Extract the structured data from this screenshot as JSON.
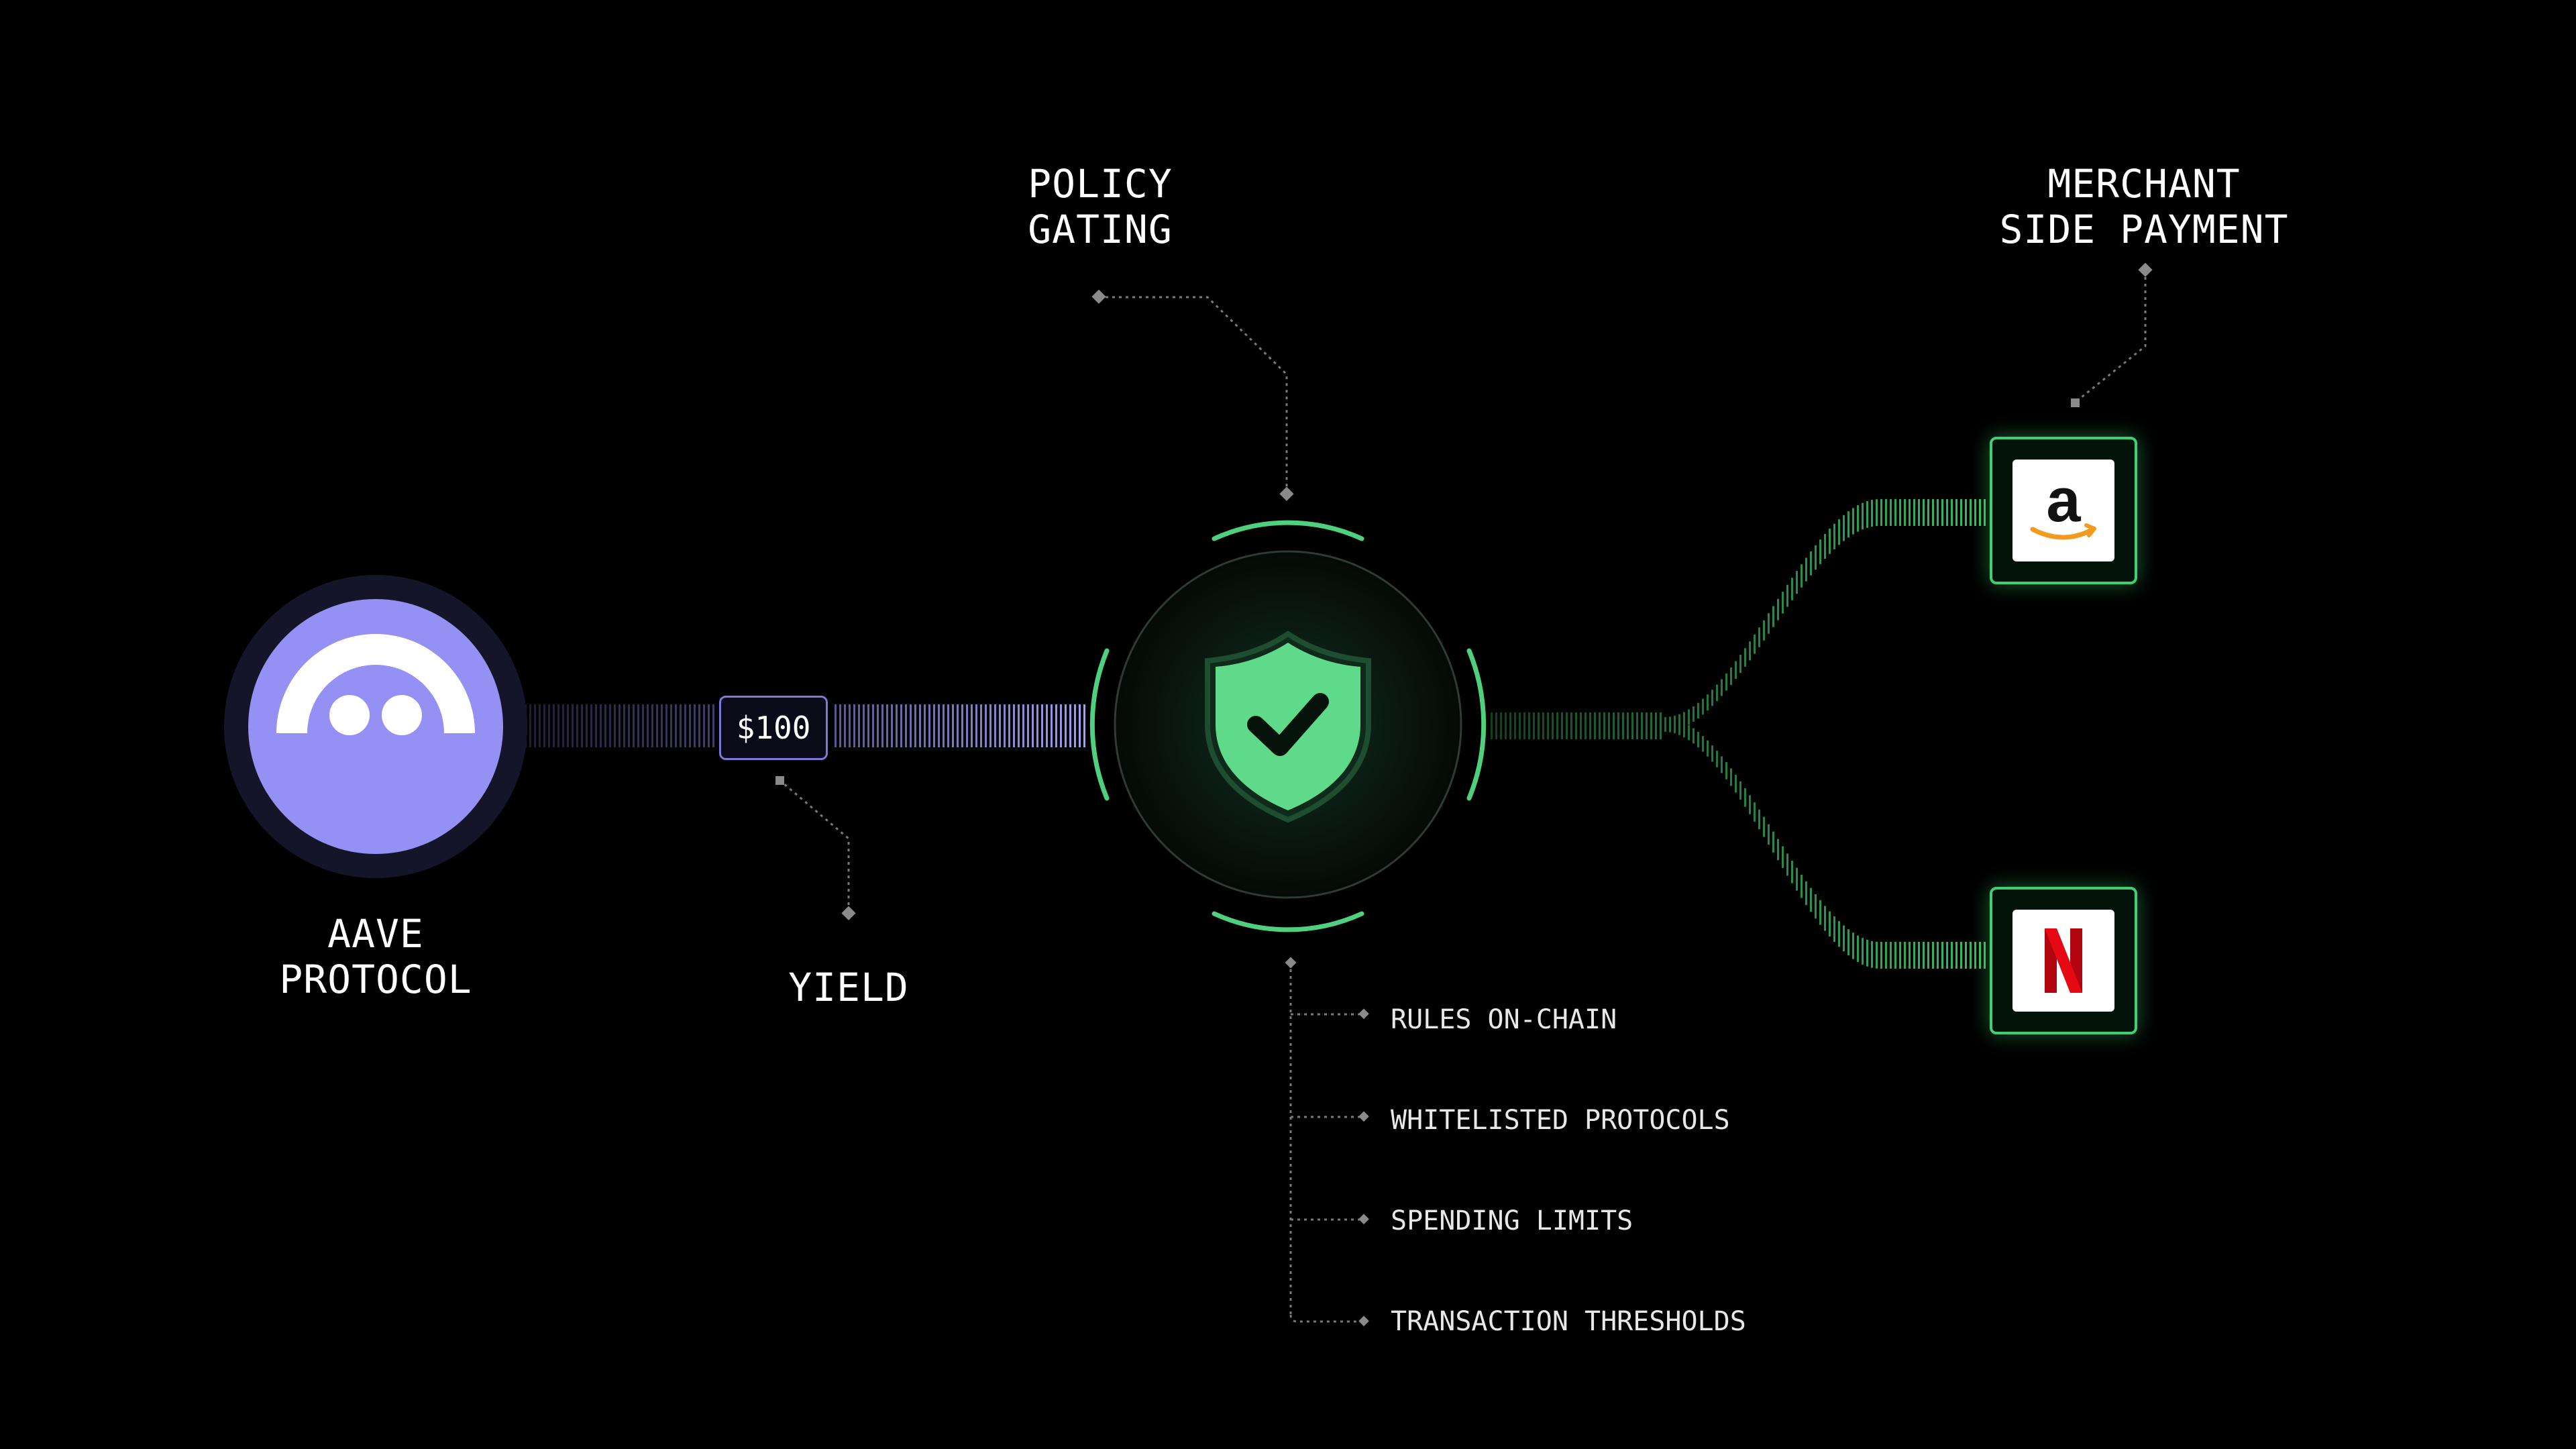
{
  "nodes": {
    "aave": {
      "label": "AAVE\nPROTOCOL",
      "color": "#9590f4"
    },
    "yield": {
      "label": "YIELD",
      "amount": "$100"
    },
    "policy": {
      "label": "POLICY\nGATING",
      "color": "#5fd98a"
    },
    "merchant": {
      "label": "MERCHANT\nSIDE PAYMENT"
    }
  },
  "policy_rules": [
    "RULES ON-CHAIN",
    "WHITELISTED PROTOCOLS",
    "SPENDING LIMITS",
    "TRANSACTION THRESHOLDS"
  ],
  "merchants": [
    {
      "icon": "amazon-logo-icon",
      "glyph": "a"
    },
    {
      "icon": "netflix-logo-icon",
      "glyph": "N"
    }
  ],
  "colors": {
    "accent_green": "#3ecf74",
    "accent_purple": "#9590f4",
    "background": "#000000"
  }
}
